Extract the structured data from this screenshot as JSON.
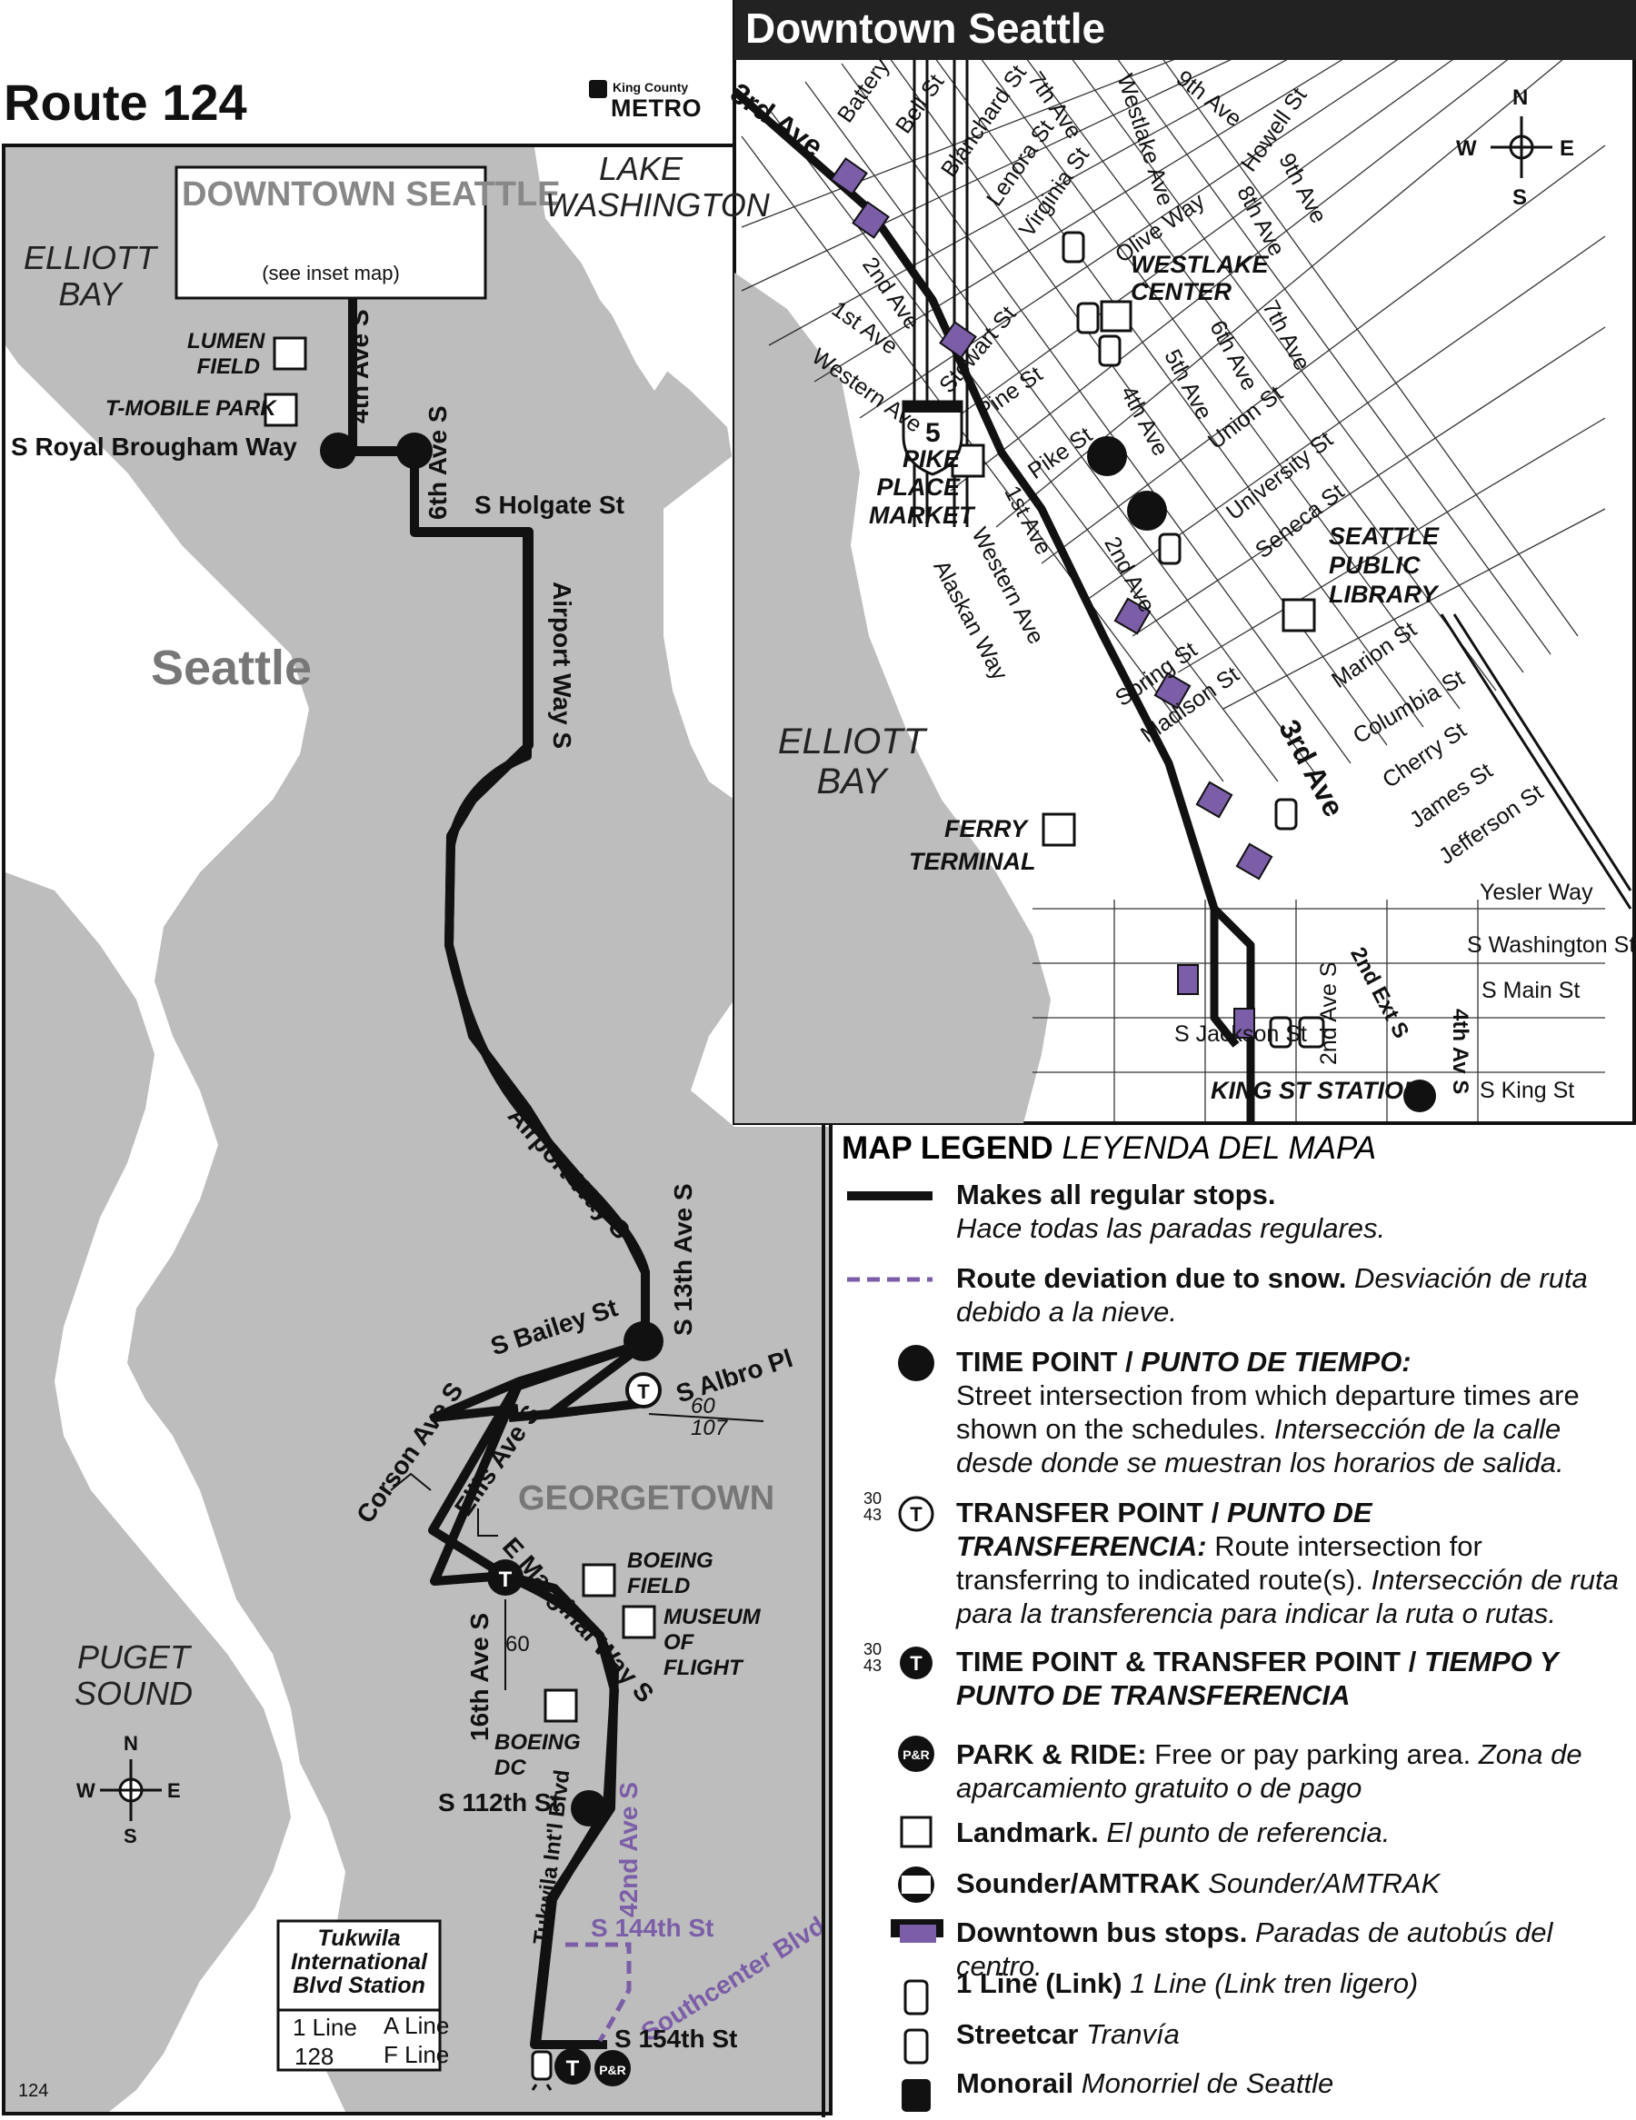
{
  "title": "Route 124",
  "logo": {
    "line1": "King County",
    "line2": "METRO"
  },
  "main_map": {
    "downtown_box": {
      "title": "DOWNTOWN SEATTLE",
      "subtitle": "(see inset map)"
    },
    "water": [
      "ELLIOTT BAY",
      "LAKE WASHINGTON",
      "PUGET SOUND"
    ],
    "areas": [
      "Seattle",
      "GEORGETOWN"
    ],
    "streets": [
      "4th Ave S",
      "6th Ave S",
      "S Royal Brougham Way",
      "S Holgate St",
      "Airport Way S",
      "Airport Way S",
      "S 13th Ave S",
      "S Bailey St",
      "S Albro Pl",
      "Corson Ave S",
      "Ellis Ave S",
      "E Marginal Way S",
      "16th Ave S",
      "Tukwila Int'l Blvd",
      "S 112th St",
      "42nd Ave S",
      "S 144th St",
      "Southcenter Blvd",
      "S 154th St"
    ],
    "landmarks": [
      "LUMEN FIELD",
      "T-MOBILE PARK",
      "BOEING FIELD",
      "MUSEUM OF FLIGHT",
      "BOEING DC"
    ],
    "transfers": [
      {
        "routes": "60\n107"
      },
      {
        "routes": "60"
      }
    ],
    "station_box": {
      "title": "Tukwila International Blvd Station",
      "rows": [
        [
          "1 Line",
          "A Line"
        ],
        [
          "128",
          "F Line"
        ]
      ]
    },
    "compass": {
      "n": "N",
      "s": "S",
      "e": "E",
      "w": "W"
    },
    "footer_code": "124"
  },
  "inset": {
    "title": "Downtown Seattle",
    "streets": [
      "3rd Ave",
      "Battery",
      "Bell St",
      "Blanchard St",
      "7th Ave",
      "Westlake Ave",
      "9th Ave",
      "Howell St",
      "9th Ave",
      "Lenora St",
      "Virginia St",
      "Olive Way",
      "8th Ave",
      "2nd Ave",
      "1st Ave",
      "Western Ave",
      "Stewart St",
      "Pine St",
      "4th Ave",
      "5th Ave",
      "6th Ave",
      "7th Ave",
      "Union St",
      "University St",
      "Pike St",
      "1st Ave",
      "Western Ave",
      "Alaskan Way",
      "2nd Ave",
      "Seneca St",
      "Spring St",
      "Madison St",
      "Marion St",
      "Columbia St",
      "Cherry St",
      "James St",
      "Jefferson St",
      "3rd Ave",
      "Yesler Way",
      "S Washington St",
      "S Main St",
      "S Jackson St",
      "2nd Ave S",
      "2nd Ext S",
      "4th Av S",
      "S King St"
    ],
    "landmarks": [
      "WESTLAKE CENTER",
      "PIKE PLACE MARKET",
      "SEATTLE PUBLIC LIBRARY",
      "FERRY TERMINAL",
      "KING ST STATION"
    ],
    "water": "ELLIOTT BAY",
    "interstate": "5",
    "compass": {
      "n": "N",
      "s": "S",
      "e": "E",
      "w": "W"
    }
  },
  "legend": {
    "title": "MAP LEGEND",
    "title_es": "LEYENDA DEL MAPA",
    "items": [
      {
        "en": "Makes all regular stops.",
        "es": "Hace todas las paradas regulares."
      },
      {
        "en": "Route deviation due to snow.",
        "es": "Desviación de ruta debido a la nieve."
      },
      {
        "en": "TIME POINT / ",
        "en_es": "PUNTO DE TIEMPO:",
        "desc": "Street intersection from which departure times are shown on the schedules.",
        "desc_es": "Intersección de la calle desde donde se muestran los horarios de salida."
      },
      {
        "en": "TRANSFER POINT / ",
        "en_es": "PUNTO DE TRANSFERENCIA:",
        "desc": "Route intersection for transferring to indicated route(s).",
        "desc_es": "Intersección de ruta para la transferencia para indicar la ruta o rutas."
      },
      {
        "en": "TIME POINT & TRANSFER POINT / ",
        "en_es": "TIEMPO Y PUNTO DE TRANSFERENCIA"
      },
      {
        "en": "PARK & RIDE:",
        "desc": "Free or pay parking area.",
        "desc_es": "Zona de aparcamiento gratuito o de pago"
      },
      {
        "en": "Landmark.",
        "es": "El punto de referencia."
      },
      {
        "en": "Sounder/AMTRAK",
        "es": "Sounder/AMTRAK"
      },
      {
        "en": "Downtown bus stops.",
        "es": "Paradas de autobús del centro."
      },
      {
        "en": "1 Line (Link)",
        "es": "1 Line (Link tren ligero)"
      },
      {
        "en": "Streetcar",
        "es": "Tranvía"
      },
      {
        "en": "Monorail",
        "es": "Monorriel de Seattle"
      }
    ],
    "transfer_routes": "30\n43",
    "pr_label": "P&R",
    "t_label": "T"
  },
  "colors": {
    "route": "#111111",
    "deviation": "#7b5ea7",
    "stop": "#7b5ea7",
    "water": "#ffffff",
    "land": "#bdbdbd"
  }
}
